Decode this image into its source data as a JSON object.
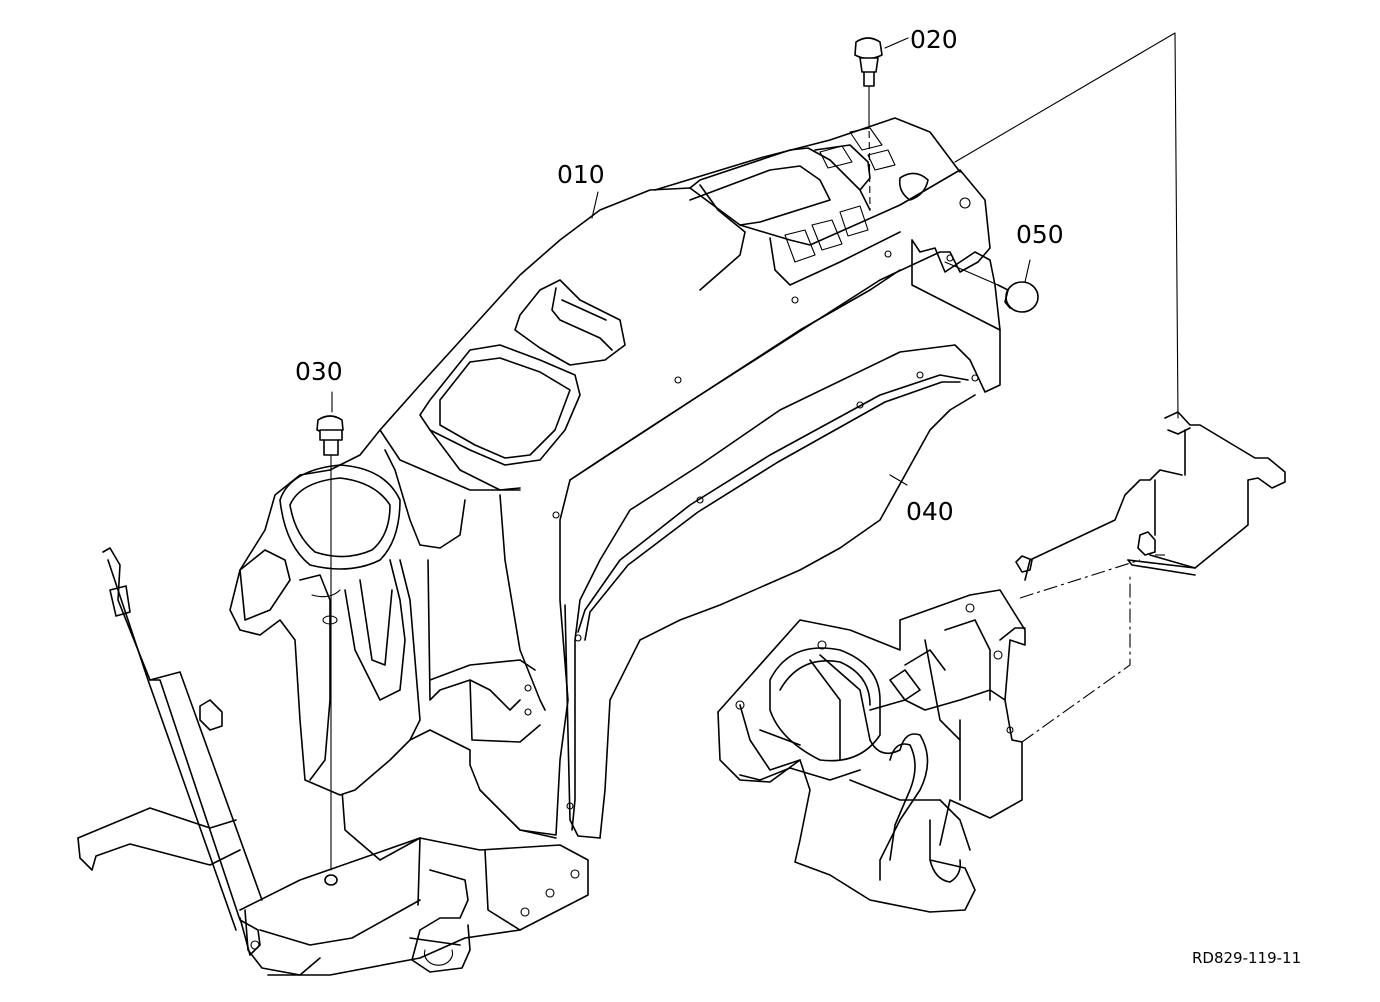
{
  "parts": {
    "p010": "010",
    "p020": "020",
    "p030": "030",
    "p040": "040",
    "p050": "050"
  },
  "drawing_reference": "RD829-119-11"
}
